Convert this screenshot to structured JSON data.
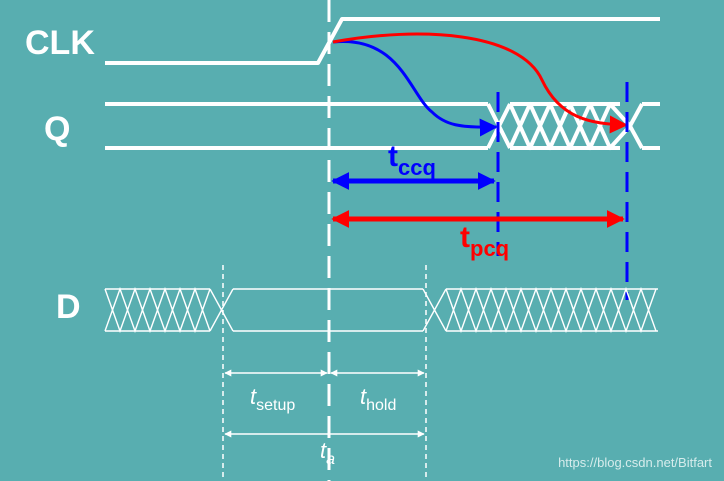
{
  "signals": {
    "clk": "CLK",
    "q": "Q",
    "d": "D"
  },
  "delays": {
    "tccq_main": "t",
    "tccq_sub": "ccq",
    "tpcq_main": "t",
    "tpcq_sub": "pcq"
  },
  "timing": {
    "setup_main": "t",
    "setup_sub": "setup",
    "hold_main": "t",
    "hold_sub": "hold",
    "a_main": "t",
    "a_sub": "a"
  },
  "watermark": "https://blog.csdn.net/Bitfart",
  "colors": {
    "background": "#58AEB0",
    "signal": "#FFFFFF",
    "contamination": "#0000FF",
    "propagation": "#FF0000"
  }
}
